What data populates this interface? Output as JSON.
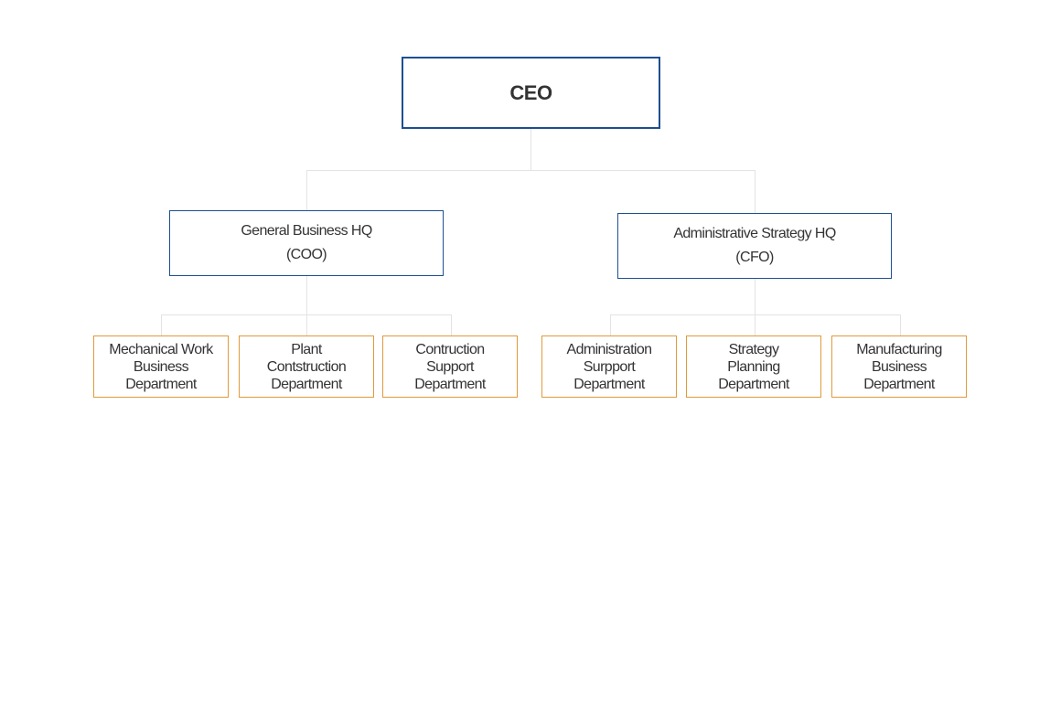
{
  "org_chart": {
    "ceo": "CEO",
    "coo_hq": {
      "name": "General Business HQ",
      "role": "(COO)",
      "departments": [
        "Mechanical Work\nBusiness\nDepartment",
        "Plant\nContstruction\nDepartment",
        "Contruction\nSupport\nDepartment"
      ]
    },
    "cfo_hq": {
      "name": "Administrative Strategy HQ",
      "role": "(CFO)",
      "departments": [
        "Administration\nSurpport\nDepartment",
        "Strategy\nPlanning\nDepartment",
        "Manufacturing\nBusiness\nDepartment"
      ]
    }
  },
  "colors": {
    "executive_border": "#1d4f91",
    "department_border": "#e09a3b",
    "connector": "#e3e3e3",
    "text": "#333333"
  }
}
